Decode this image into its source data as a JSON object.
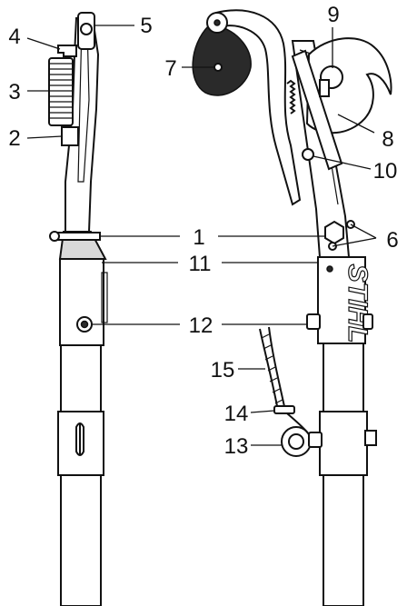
{
  "callouts": {
    "c1": "1",
    "c2": "2",
    "c3": "3",
    "c4": "4",
    "c5": "5",
    "c6": "6",
    "c7": "7",
    "c8": "8",
    "c9": "9",
    "c10": "10",
    "c11": "11",
    "c12": "12",
    "c13": "13",
    "c14": "14",
    "c15": "15"
  },
  "brand_text": "STIHL"
}
